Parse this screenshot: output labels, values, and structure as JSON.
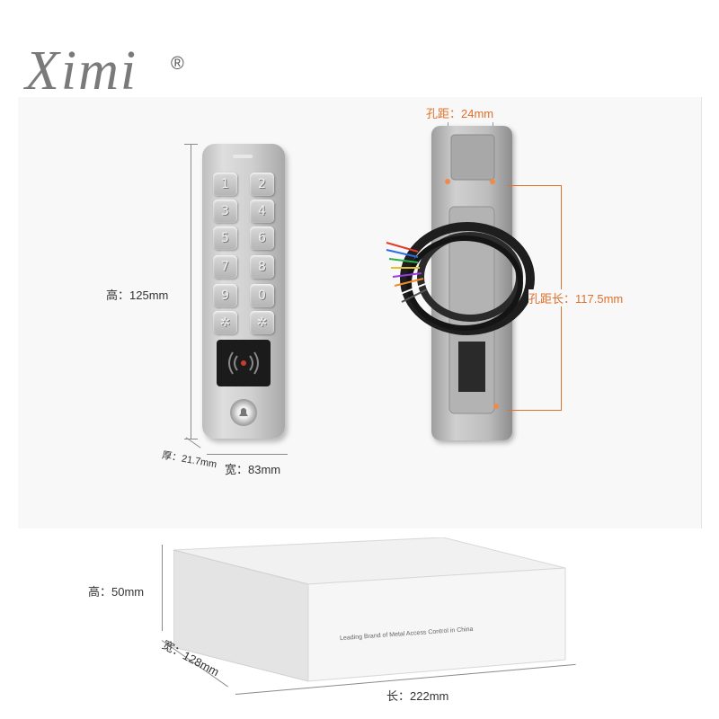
{
  "brand": {
    "logo_text": "Ximi",
    "registered_mark": "®"
  },
  "keypad_front": {
    "keys": [
      "1",
      "2",
      "3",
      "4",
      "5",
      "6",
      "7",
      "8",
      "9",
      "0",
      "✲",
      "✲"
    ],
    "height_label": "高：125mm",
    "thickness_label": "厚：21.7mm",
    "width_label": "宽：83mm"
  },
  "keypad_back": {
    "hole_spacing_label": "孔距：24mm",
    "hole_length_label": "孔距长：117.5mm"
  },
  "package_box": {
    "print_text": "Leading Brand of Metal Access Control in China",
    "height_label": "高：50mm",
    "width_label": "宽：128mm",
    "length_label": "长：222mm"
  },
  "colors": {
    "accent": "#e2702a",
    "line": "#8a8a8a",
    "metal": "#c8c8c8"
  }
}
